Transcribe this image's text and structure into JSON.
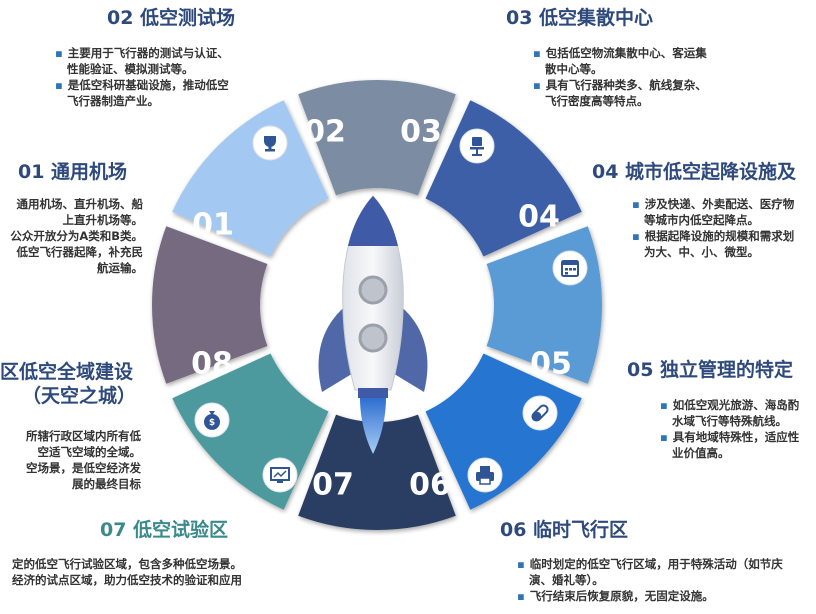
{
  "segments": [
    {
      "id": "01",
      "number": "01",
      "title": "01 通用机场",
      "color": "#a3c8f2",
      "icon": "target-icon",
      "lines": [
        {
          "t": "通用机场、直升机场、船",
          "b": false
        },
        {
          "t": "上直升机场等。",
          "b": false
        },
        {
          "t": "公众开放分为A类和B类。",
          "b": false
        },
        {
          "t": "低空飞行器起降，补充民",
          "b": false
        },
        {
          "t": "航运输。",
          "b": false
        }
      ]
    },
    {
      "id": "02",
      "number": "02",
      "title": "02 低空测试场",
      "color": "#7b8ca3",
      "icon": "trophy-icon",
      "lines": [
        {
          "t": "主要用于飞行器的测试与认证、",
          "b": true
        },
        {
          "t": "性能验证、模拟测试等。",
          "b": false
        },
        {
          "t": "是低空科研基础设施，推动低空",
          "b": true
        },
        {
          "t": "飞行器制造产业。",
          "b": false
        }
      ]
    },
    {
      "id": "03",
      "number": "03",
      "title": "03 低空集散中心",
      "color": "#3d5fa8",
      "icon": "office-chair-icon",
      "lines": [
        {
          "t": "包括低空物流集散中心、客运集",
          "b": true
        },
        {
          "t": "散中心等。",
          "b": false
        },
        {
          "t": "具有飞行器种类多、航线复杂、",
          "b": true
        },
        {
          "t": "飞行密度高等特点。",
          "b": false
        }
      ]
    },
    {
      "id": "04",
      "number": "04",
      "title": "04 城市低空起降设施及",
      "color": "#5a9bd5",
      "icon": "calendar-icon",
      "lines": [
        {
          "t": "涉及快递、外卖配送、医疗物",
          "b": true
        },
        {
          "t": "等城市内低空起降点。",
          "b": false
        },
        {
          "t": "根据起降设施的规模和需求划",
          "b": true
        },
        {
          "t": "为大、中、小、微型。",
          "b": false
        }
      ]
    },
    {
      "id": "05",
      "number": "05",
      "title": "05 独立管理的特定",
      "color": "#2575d0",
      "icon": "capsule-icon",
      "lines": [
        {
          "t": "如低空观光旅游、海岛酌",
          "b": true
        },
        {
          "t": "水域飞行等特殊航线。",
          "b": false
        },
        {
          "t": "具有地域特殊性，适应性",
          "b": true
        },
        {
          "t": "业价值高。",
          "b": false
        }
      ]
    },
    {
      "id": "06",
      "number": "06",
      "title": "06 临时飞行区",
      "color": "#2c3e62",
      "icon": "printer-icon",
      "lines": [
        {
          "t": "临时划定的低空飞行区域，用于特殊活动（如节庆",
          "b": true
        },
        {
          "t": "演、婚礼等）。",
          "b": false
        },
        {
          "t": "飞行结束后恢复原貌，无固定设施。",
          "b": true
        }
      ]
    },
    {
      "id": "07",
      "number": "07",
      "title": "07 低空试验区",
      "color": "#4d9a9e",
      "icon": "chart-monitor-icon",
      "lines": [
        {
          "t": "定的低空飞行试验区域，包含多种低空场景。",
          "b": false
        },
        {
          "t": "经济的试点区域，助力低空技术的验证和应用",
          "b": false
        }
      ]
    },
    {
      "id": "08",
      "number": "08",
      "title": "区低空全域建设",
      "title2": "（天空之城）",
      "color": "#756a80",
      "icon": "money-bag-icon",
      "lines": [
        {
          "t": "所辖行政区域内所有低",
          "b": false
        },
        {
          "t": "空适飞空域的全域。",
          "b": false
        },
        {
          "t": "空场景，是低空经济发",
          "b": false
        },
        {
          "t": "展的最终目标",
          "b": false
        }
      ]
    }
  ]
}
